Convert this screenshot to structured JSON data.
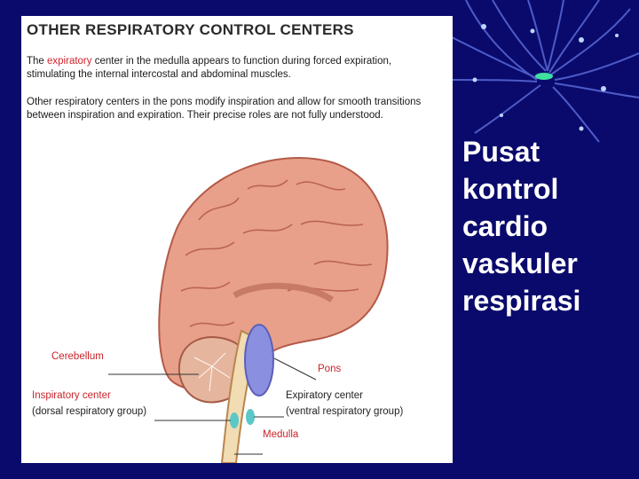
{
  "figure": {
    "title": "OTHER RESPIRATORY CONTROL CENTERS",
    "paragraph1": {
      "before": "The ",
      "highlight": "expiratory",
      "after": " center in the medulla appears to function during forced expiration, stimulating the internal intercostal and abdominal muscles."
    },
    "paragraph2": "Other respiratory centers in the pons modify inspiration and allow for smooth transitions between inspiration and expiration. Their precise roles are not fully understood.",
    "labels": {
      "cerebellum": "Cerebellum",
      "pons": "Pons",
      "inspiratory": "Inspiratory center",
      "inspiratory_sub": "(dorsal respiratory group)",
      "expiratory": "Expiratory center",
      "expiratory_sub": "(ventral respiratory group)",
      "medulla": "Medulla"
    }
  },
  "side_text": [
    "Pusat",
    "kontrol",
    "cardio",
    "vaskuler",
    "respirasi"
  ],
  "colors": {
    "background": "#0a0a6c",
    "label_red": "#c8242b",
    "brain": "#e8a08a"
  }
}
